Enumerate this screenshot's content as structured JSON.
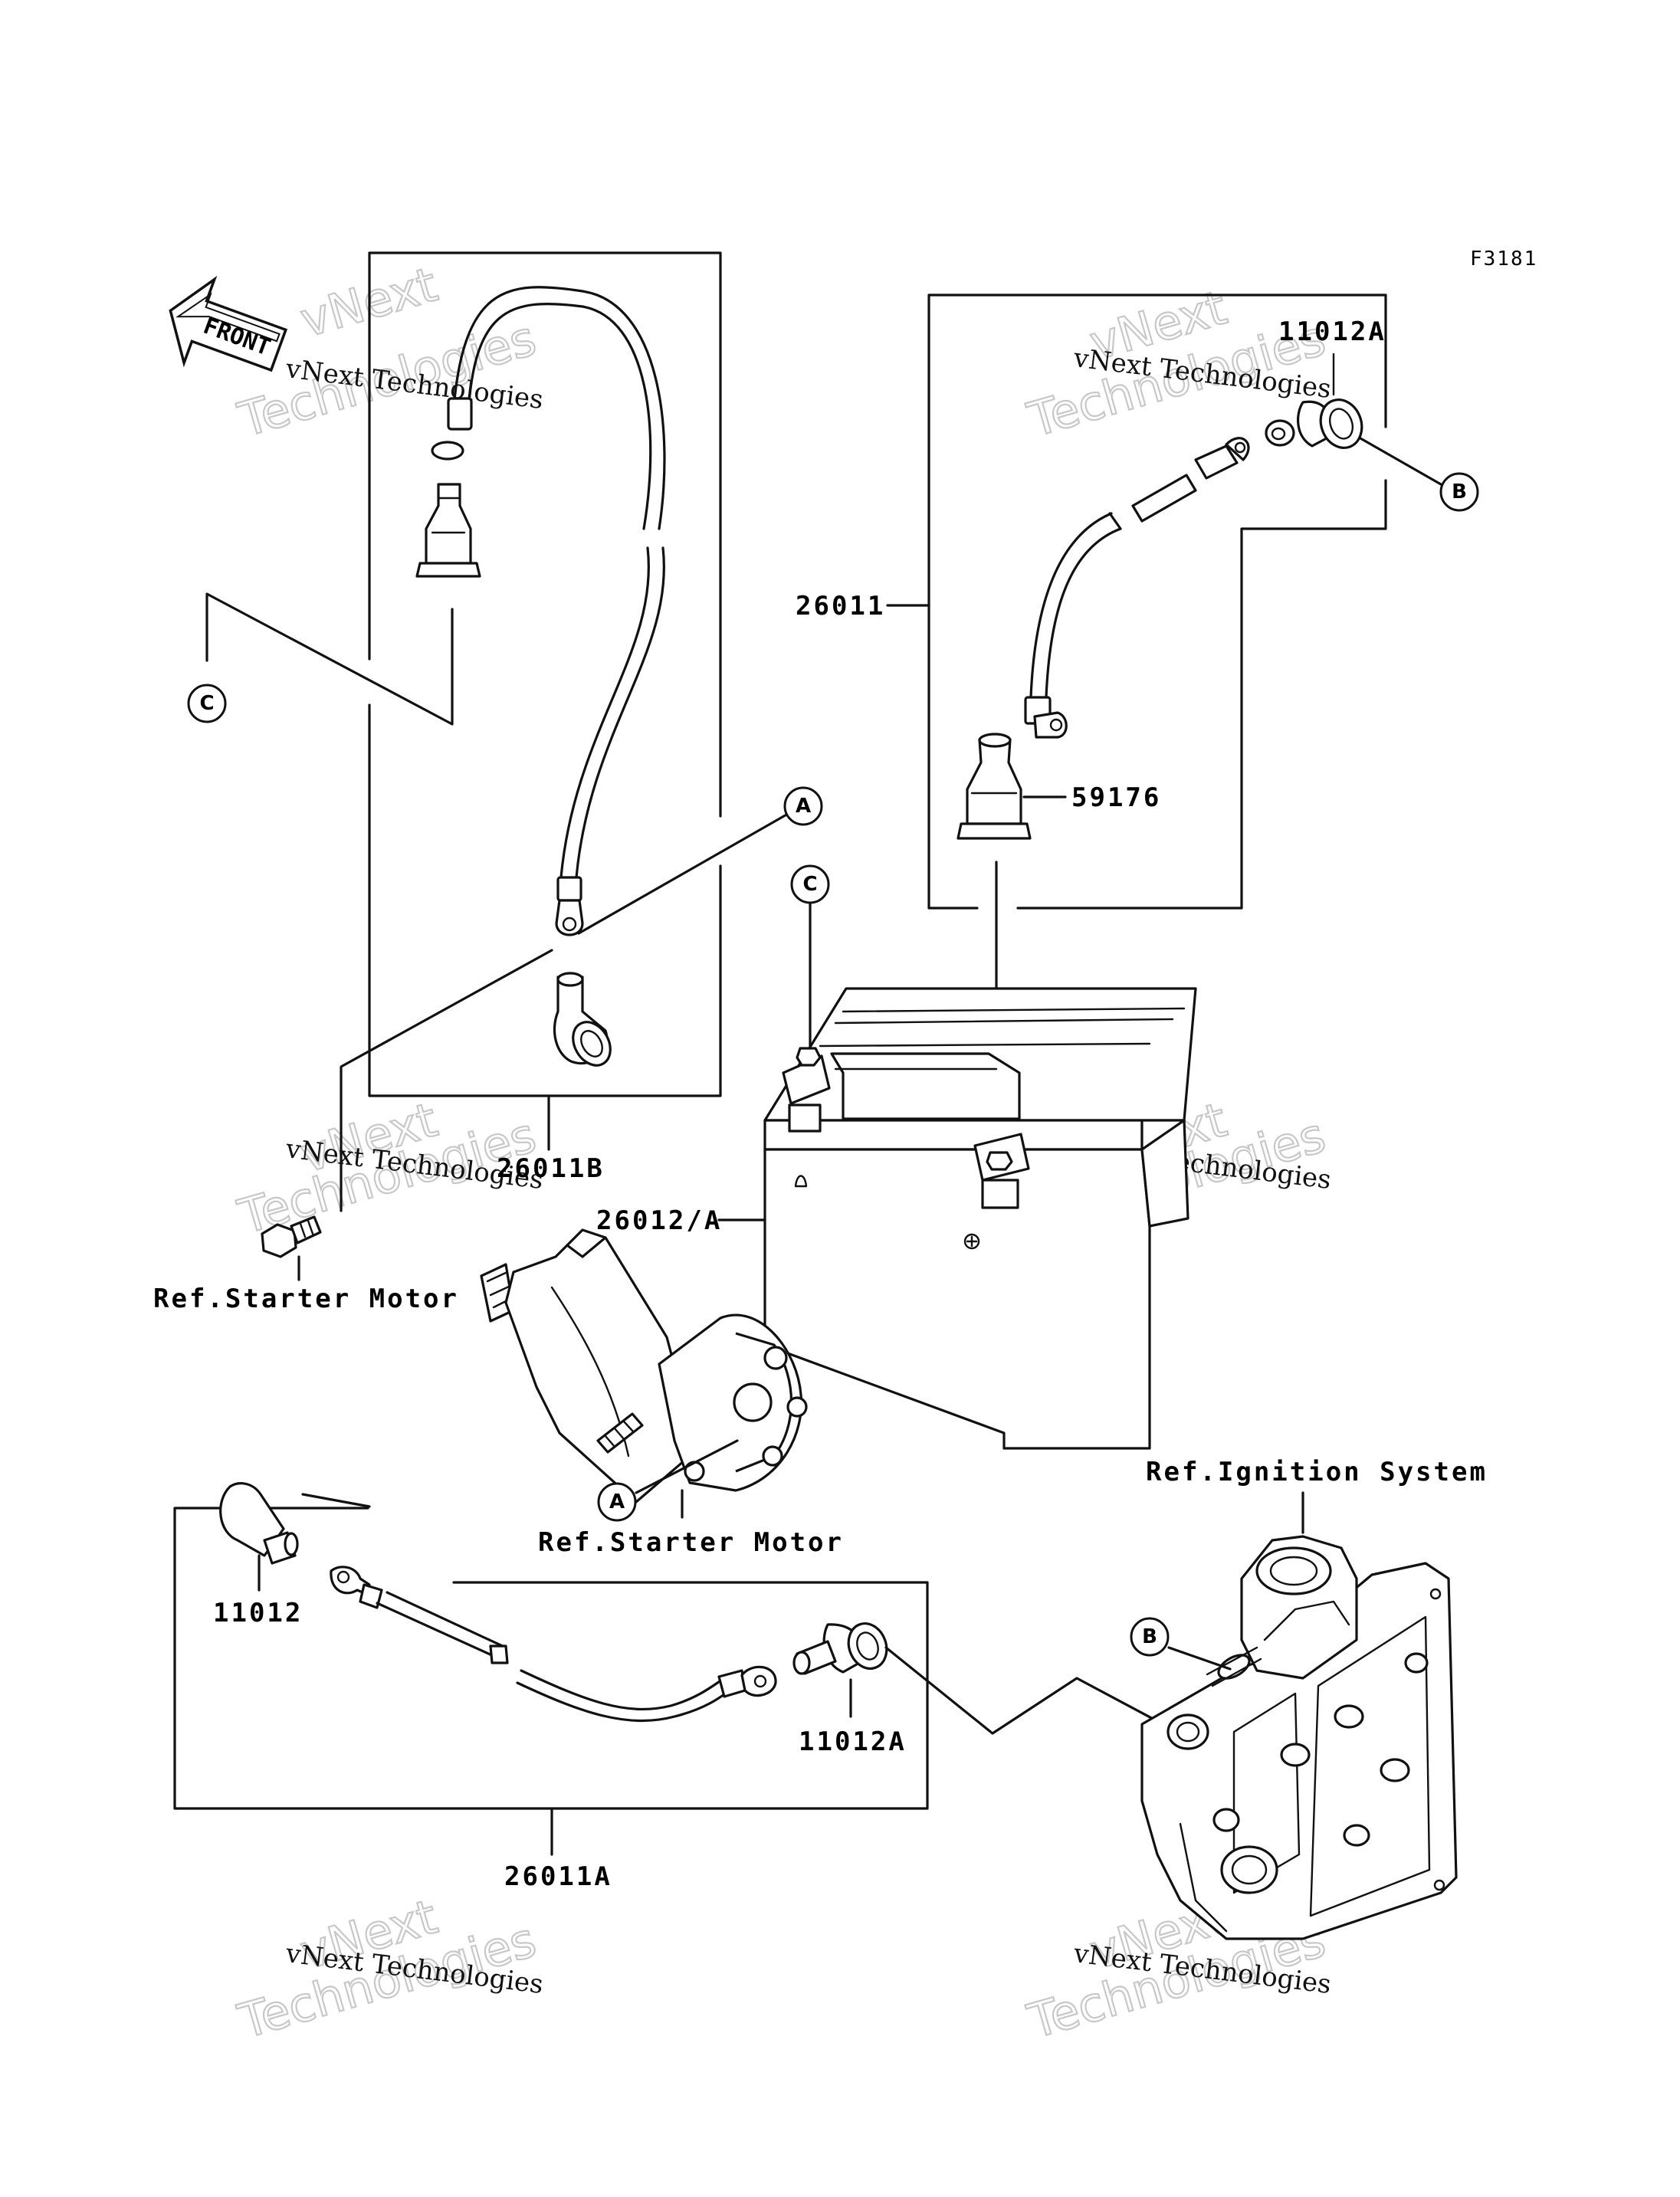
{
  "figure_code": "F3181",
  "front_label": "FRONT",
  "part_labels": {
    "p11012A_top": "11012A",
    "p26011": "26011",
    "p59176": "59176",
    "p26011B": "26011B",
    "p26012A": "26012/A",
    "ref_starter_1": "Ref.Starter Motor",
    "ref_starter_2": "Ref.Starter Motor",
    "ref_ignition": "Ref.Ignition System",
    "p11012": "11012",
    "p11012A_bottom": "11012A",
    "p26011A": "26011A"
  },
  "callouts": {
    "A_top": "A",
    "A_bottom": "A",
    "B_top": "B",
    "B_bottom": "B",
    "C_left": "C",
    "C_battery": "C"
  },
  "watermark": {
    "line1": "vNext",
    "line2": "vNext Technologies",
    "line3": "Technologies"
  }
}
